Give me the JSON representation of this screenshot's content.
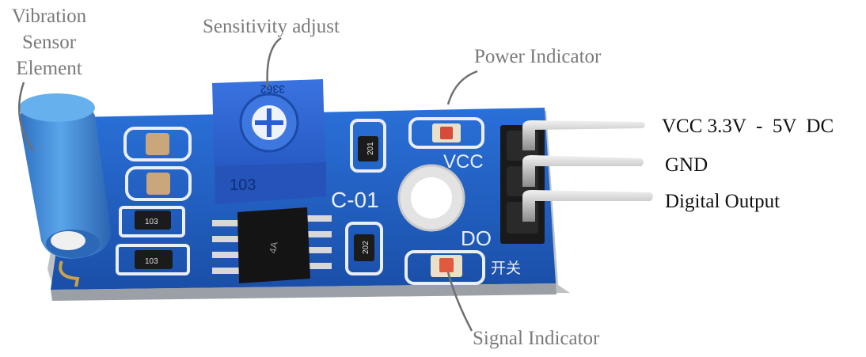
{
  "labels": {
    "vibration_sensor_element": [
      "Vibration",
      "Sensor",
      "Element"
    ],
    "sensitivity_adjust": "Sensitivity adjust",
    "power_indicator": "Power Indicator",
    "signal_indicator": "Signal Indicator",
    "vcc": "VCC 3.3V  -  5V  DC",
    "gnd": "GND",
    "digital_output": "Digital Output"
  },
  "board_silkscreen": {
    "pot_top": "3362",
    "pot_front": "103",
    "model": "C-01",
    "vcc": "VCC",
    "do": "DO",
    "switch_cn": "开关",
    "resistor_1": "201",
    "resistor_2": "202",
    "resistor_3": "103",
    "resistor_4": "103",
    "chip": "4A"
  },
  "colors": {
    "pcb": "#1d5fc4",
    "pcb_dark": "#123f8a",
    "pot": "#2a5fd0",
    "sensor": "#3a86d6",
    "pins": "#c9c9c9",
    "header": "#1a1a1a",
    "label_gray": "#7a7a7a"
  }
}
